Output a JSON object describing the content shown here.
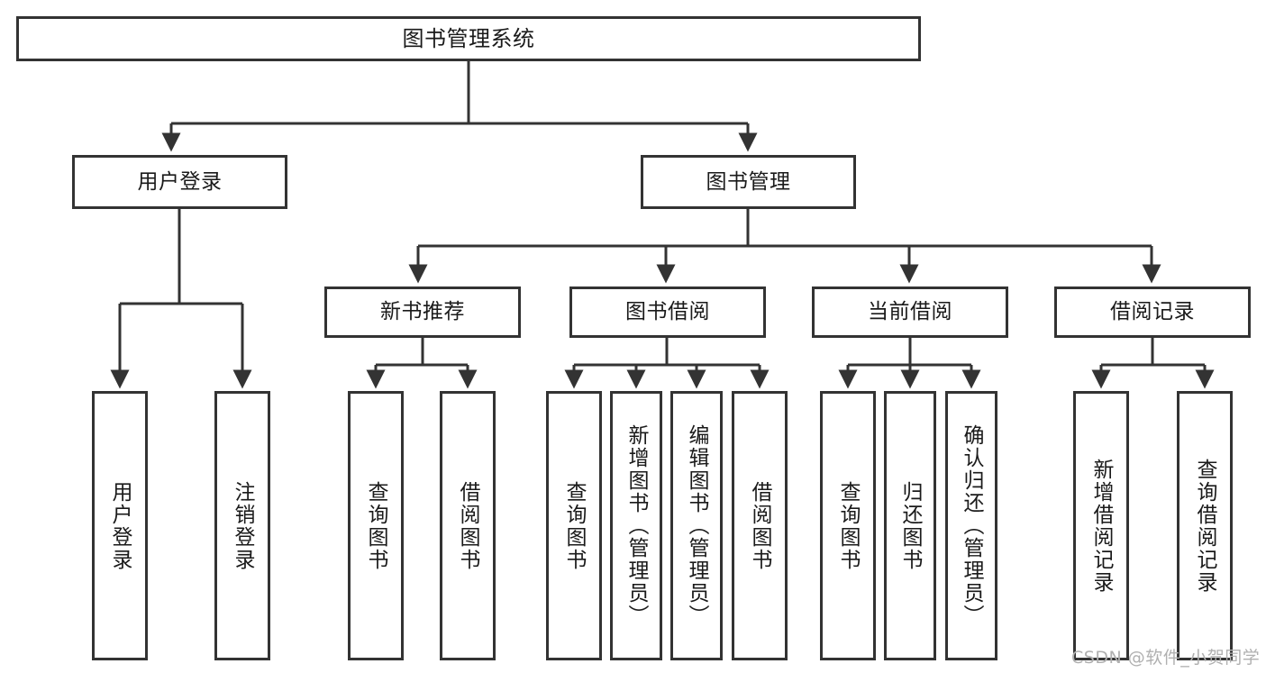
{
  "diagram": {
    "title": "图书管理系统",
    "type": "tree-hierarchy-chart",
    "stroke_color": "#333333",
    "fill_color": "#ffffff",
    "text_color": "#1a1a1a"
  },
  "root": {
    "label": "图书管理系统"
  },
  "level1": [
    {
      "label": "用户登录"
    },
    {
      "label": "图书管理"
    }
  ],
  "level2": [
    {
      "label": "新书推荐"
    },
    {
      "label": "图书借阅"
    },
    {
      "label": "当前借阅"
    },
    {
      "label": "借阅记录"
    }
  ],
  "leaves": {
    "user_login": [
      {
        "label": "用户登录"
      },
      {
        "label": "注销登录"
      }
    ],
    "new_book_recommend": [
      {
        "label": "查询图书"
      },
      {
        "label": "借阅图书"
      }
    ],
    "book_borrow": [
      {
        "label": "查询图书"
      },
      {
        "label": "新增图书（管理员）"
      },
      {
        "label": "编辑图书（管理员）"
      },
      {
        "label": "借阅图书"
      }
    ],
    "current_borrow": [
      {
        "label": "查询图书"
      },
      {
        "label": "归还图书"
      },
      {
        "label": "确认归还（管理员）"
      }
    ],
    "borrow_record": [
      {
        "label": "新增借阅记录"
      },
      {
        "label": "查询借阅记录"
      }
    ]
  },
  "watermark": {
    "text": "CSDN @软件_小贺同学"
  }
}
